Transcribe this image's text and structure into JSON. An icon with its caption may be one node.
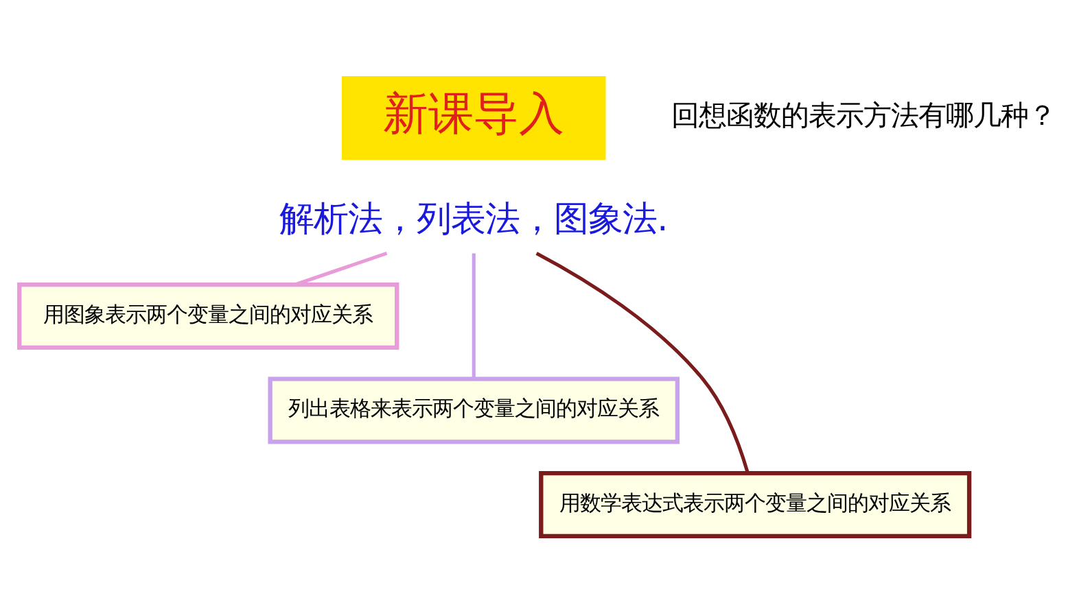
{
  "diagram": {
    "nodes": [
      {
        "text": [
          "新课导入"
        ]
      },
      {
        "text": [
          "解析法，列表法，图象法."
        ]
      },
      {
        "text": [
          "用图象表示两个变量之间的对应关系"
        ]
      },
      {
        "text": [
          "列出表格来表示两个变量之间的对应关系"
        ]
      },
      {
        "text": [
          "用数学表达式表示两个变量之间的对应关系"
        ]
      }
    ],
    "edges": [
      {
        "from": 1,
        "to": 2,
        "arrow": "none",
        "color": "#e79bd8"
      },
      {
        "from": 1,
        "to": 3,
        "arrow": "none",
        "color": "#c8a2ea"
      },
      {
        "from": 1,
        "to": 4,
        "arrow": "none",
        "color": "#7a1c1c"
      }
    ],
    "labels": [
      "回想函数的表示方法有哪几种？"
    ]
  }
}
